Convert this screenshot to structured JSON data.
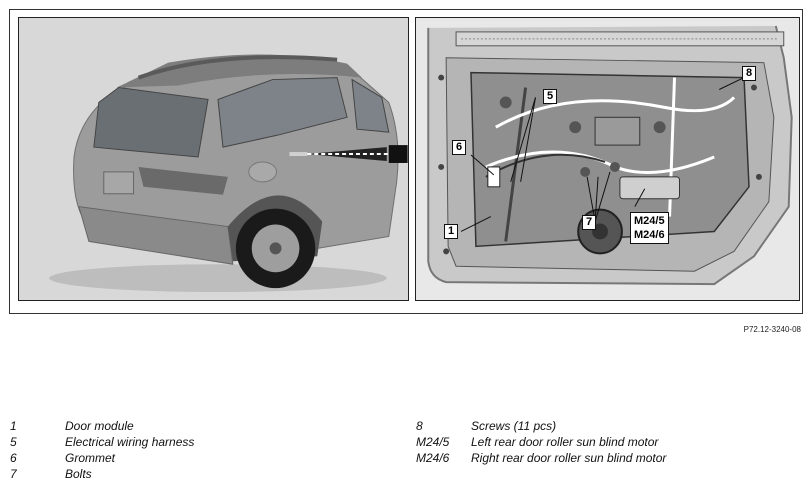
{
  "figure": {
    "code": "P72.12-3240-08",
    "callouts": {
      "c1": "1",
      "c5": "5",
      "c6": "6",
      "c7": "7",
      "c8": "8",
      "m245": "M24/5",
      "m246": "M24/6"
    }
  },
  "legend": {
    "left": [
      {
        "key": "1",
        "text": "Door module"
      },
      {
        "key": "5",
        "text": "Electrical wiring harness"
      },
      {
        "key": "6",
        "text": "Grommet"
      },
      {
        "key": "7",
        "text": "Bolts"
      }
    ],
    "right": [
      {
        "key": "8",
        "text": "Screws (11 pcs)"
      },
      {
        "key": "M24/5",
        "text": "Left rear door roller sun blind motor"
      },
      {
        "key": "M24/6",
        "text": "Right rear door roller sun blind motor"
      }
    ]
  }
}
